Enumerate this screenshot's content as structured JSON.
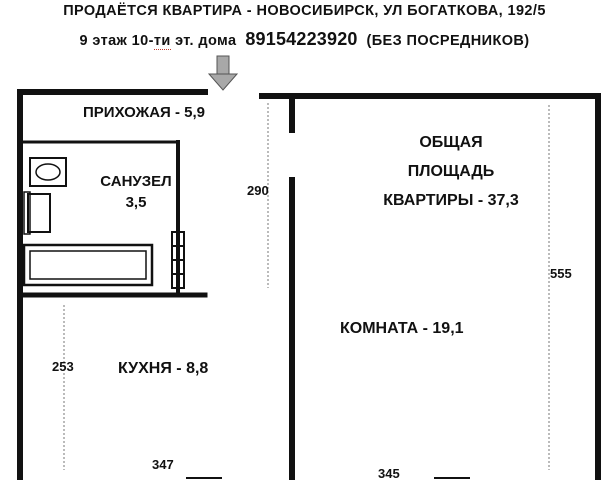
{
  "header": {
    "line1": "ПРОДАЁТСЯ  КВАРТИРА - НОВОСИБИРСК, УЛ БОГАТКОВА, 192/5",
    "line2_floor": "9 этаж 10-",
    "line2_floor_underlined": "ти",
    "line2_house": " эт. дома",
    "phone": "89154223920",
    "note": "(БЕЗ ПОСРЕДНИКОВ)"
  },
  "rooms": {
    "hallway": "ПРИХОЖАЯ - 5,9",
    "bathroom_name": "САНУЗЕЛ",
    "bathroom_area": "3,5",
    "total_line1": "ОБЩАЯ",
    "total_line2": "ПЛОЩАДЬ",
    "total_line3": "КВАРТИРЫ - 37,3",
    "room": "КОМНАТА  - 19,1",
    "kitchen": "КУХНЯ - 8,8"
  },
  "dimensions": {
    "partition": "290",
    "room_height": "555",
    "kitchen_height": "253",
    "kitchen_width": "347",
    "room_width": "345"
  },
  "icons": {
    "entrance": "down-arrow-icon",
    "toilet": "toilet-icon",
    "sink": "sink-icon",
    "bathtub": "bathtub-icon",
    "radiator": "radiator-icon"
  },
  "colors": {
    "wall": "#111111",
    "arrow": "#a8a8a8",
    "spellcheck": "#c0392b"
  }
}
